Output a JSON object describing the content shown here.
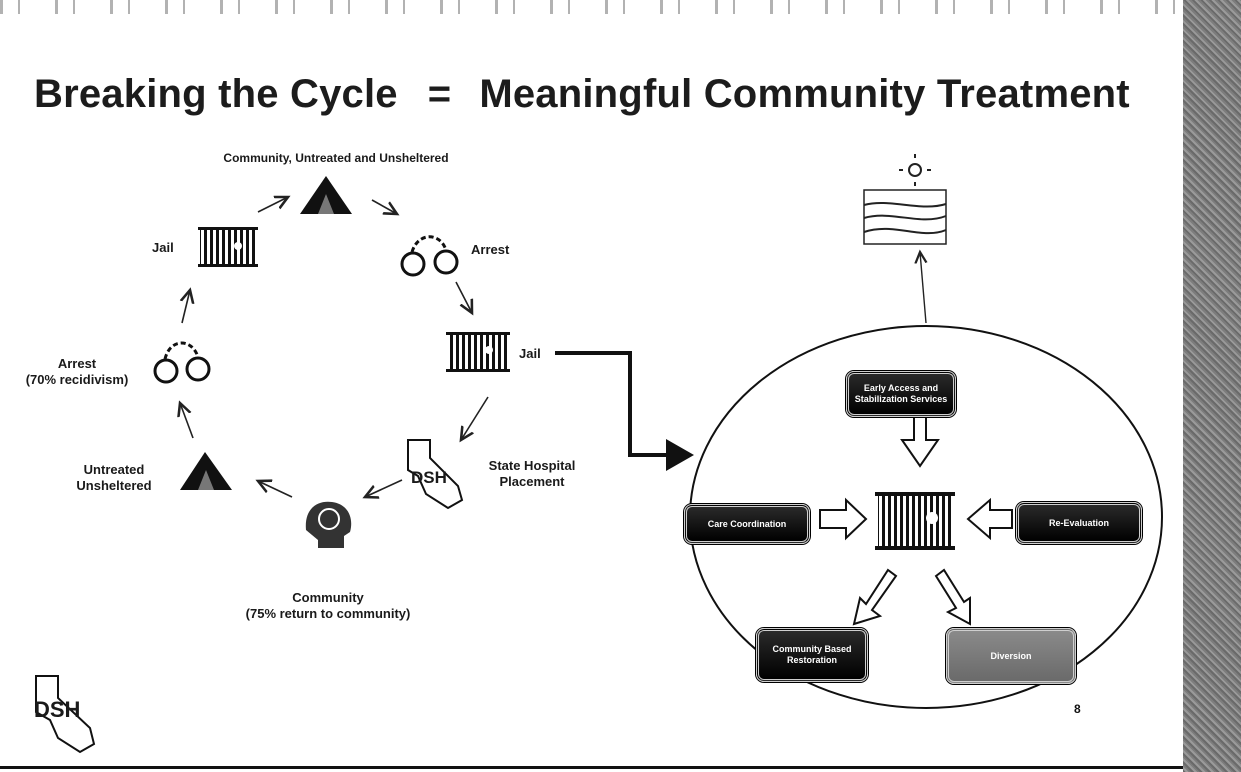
{
  "slide": {
    "title_left": "Breaking the Cycle",
    "title_eq": "=",
    "title_right": "Meaningful Community Treatment",
    "page_number": "8"
  },
  "cycle": {
    "top": "Community, Untreated and Unsheltered",
    "arrest_right": "Arrest",
    "jail_right": "Jail",
    "state_hospital": [
      "State Hospital",
      "Placement"
    ],
    "community_bottom": [
      "Community",
      "(75% return to community)"
    ],
    "untreated": [
      "Untreated",
      "Unsheltered"
    ],
    "arrest_left": [
      "Arrest",
      "(70% recidivism)"
    ],
    "jail_left": "Jail",
    "dsh": "DSH"
  },
  "treatment": {
    "early_access": [
      "Early Access and",
      "Stabilization Services"
    ],
    "care_coordination": "Care Coordination",
    "re_evaluation": "Re-Evaluation",
    "community_based": [
      "Community Based",
      "Restoration"
    ],
    "diversion": "Diversion"
  },
  "logo": {
    "text": "DSH"
  }
}
